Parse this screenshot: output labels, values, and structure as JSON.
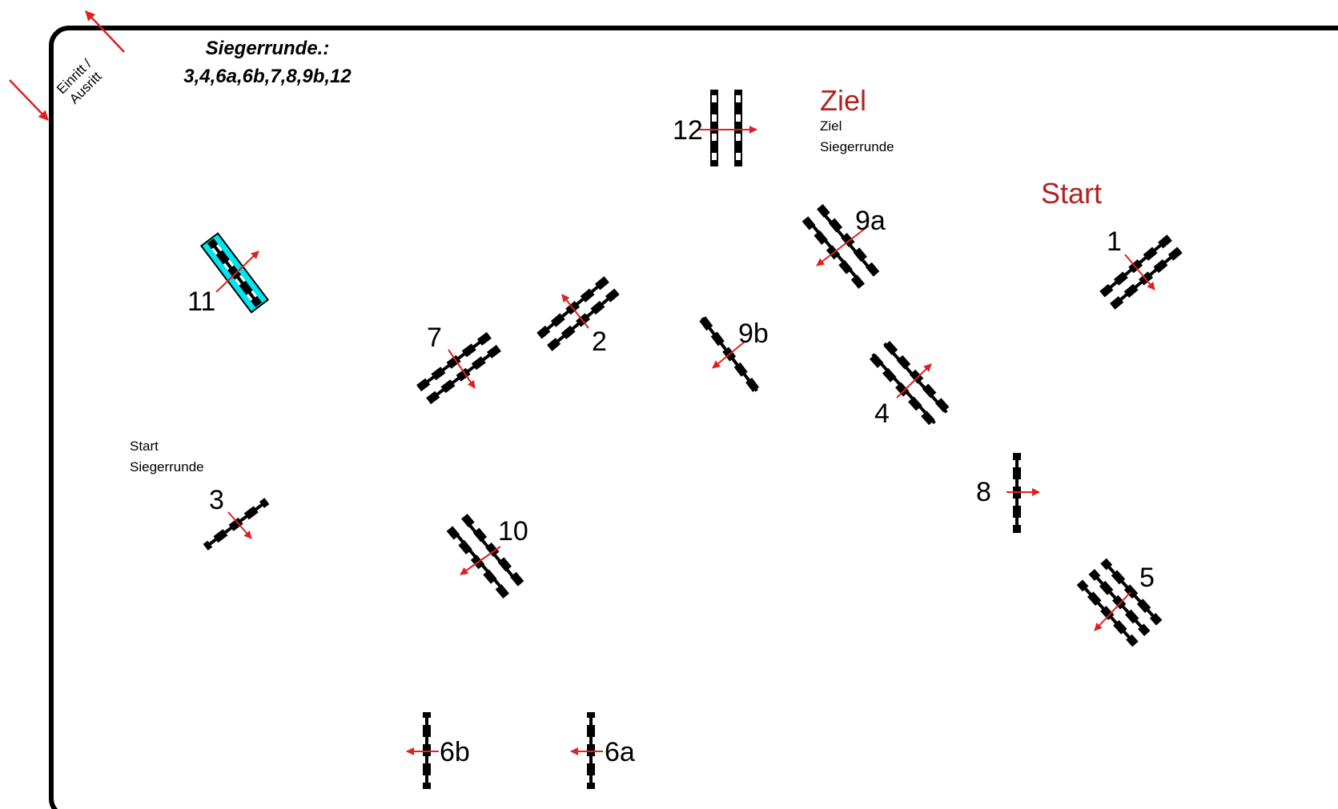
{
  "title_line1": "Siegerrunde.:",
  "title_line2": "3,4,6a,6b,7,8,9b,12",
  "entry": {
    "line1": "Einritt /",
    "line2": "Ausritt"
  },
  "labels": {
    "ziel": "Ziel",
    "ziel_sieger_1": "Ziel",
    "ziel_sieger_2": "Siegerrunde",
    "start": "Start",
    "start_sieger_1": "Start",
    "start_sieger_2": "Siegerrunde"
  },
  "colors": {
    "rail": "#000000",
    "arrow": "#e02020",
    "text_red": "#b22222",
    "water": "#00e5ee"
  },
  "obstacles": [
    {
      "id": "1",
      "label": "1",
      "type": "oxer"
    },
    {
      "id": "2",
      "label": "2",
      "type": "oxer"
    },
    {
      "id": "3",
      "label": "3",
      "type": "vertical"
    },
    {
      "id": "4",
      "label": "4",
      "type": "oxer"
    },
    {
      "id": "5",
      "label": "5",
      "type": "triple-bar"
    },
    {
      "id": "6a",
      "label": "6a",
      "type": "vertical"
    },
    {
      "id": "6b",
      "label": "6b",
      "type": "vertical"
    },
    {
      "id": "7",
      "label": "7",
      "type": "oxer"
    },
    {
      "id": "8",
      "label": "8",
      "type": "vertical"
    },
    {
      "id": "9a",
      "label": "9a",
      "type": "oxer"
    },
    {
      "id": "9b",
      "label": "9b",
      "type": "vertical"
    },
    {
      "id": "10",
      "label": "10",
      "type": "oxer"
    },
    {
      "id": "11",
      "label": "11",
      "type": "water-jump"
    },
    {
      "id": "12",
      "label": "12",
      "type": "oxer"
    }
  ]
}
